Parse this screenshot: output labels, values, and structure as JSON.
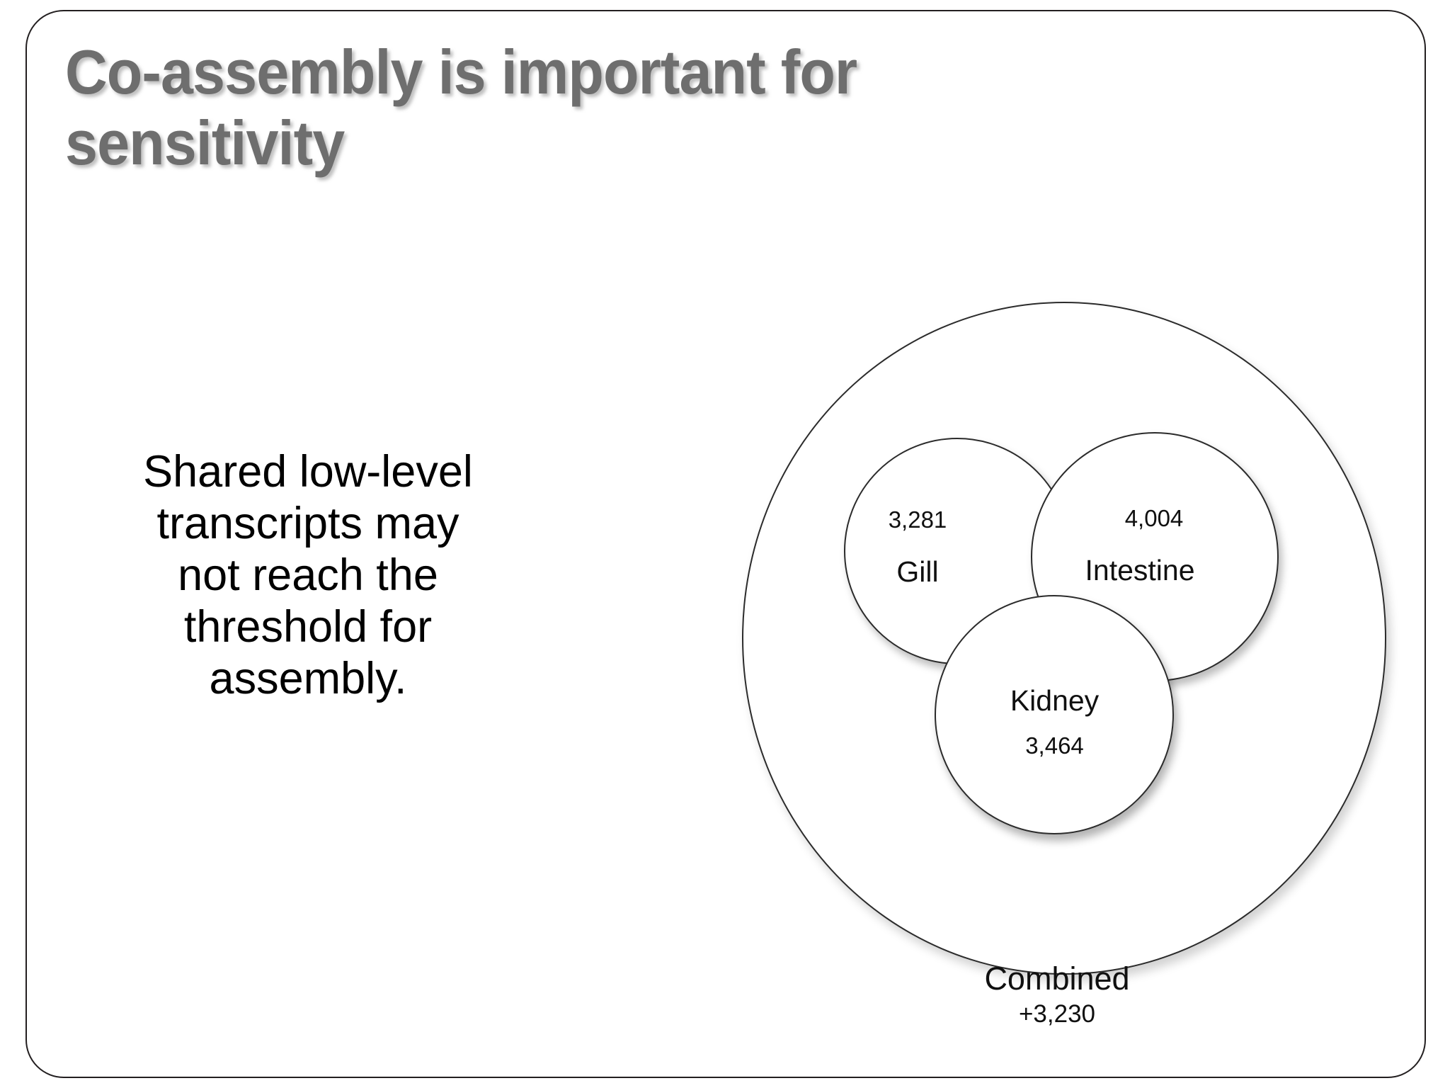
{
  "slide": {
    "title": "Co-assembly is important for\nsensitivity",
    "body_text": "Shared low-level\ntranscripts may\nnot reach the\nthreshold for\nassembly.",
    "title_color": "#6e6e6e",
    "body_color": "#000000",
    "background_color": "#ffffff",
    "frame_color": "#231f20"
  },
  "chart_data": {
    "type": "venn",
    "title": "Co-assembly is important for sensitivity",
    "outline_color": "#2b2b2b",
    "fill_color": "#ffffff",
    "outer": {
      "label": "Combined",
      "value": "+3,230",
      "numeric_value": 3230
    },
    "sets": [
      {
        "name": "Gill",
        "label": "Gill",
        "value": "3,281",
        "numeric_value": 3281
      },
      {
        "name": "Intestine",
        "label": "Intestine",
        "value": "4,004",
        "numeric_value": 4004
      },
      {
        "name": "Kidney",
        "label": "Kidney",
        "value": "3,464",
        "numeric_value": 3464
      }
    ],
    "legend": "none",
    "grid": false,
    "annotations": [
      "Shared low-level transcripts may not reach the threshold for assembly."
    ]
  }
}
